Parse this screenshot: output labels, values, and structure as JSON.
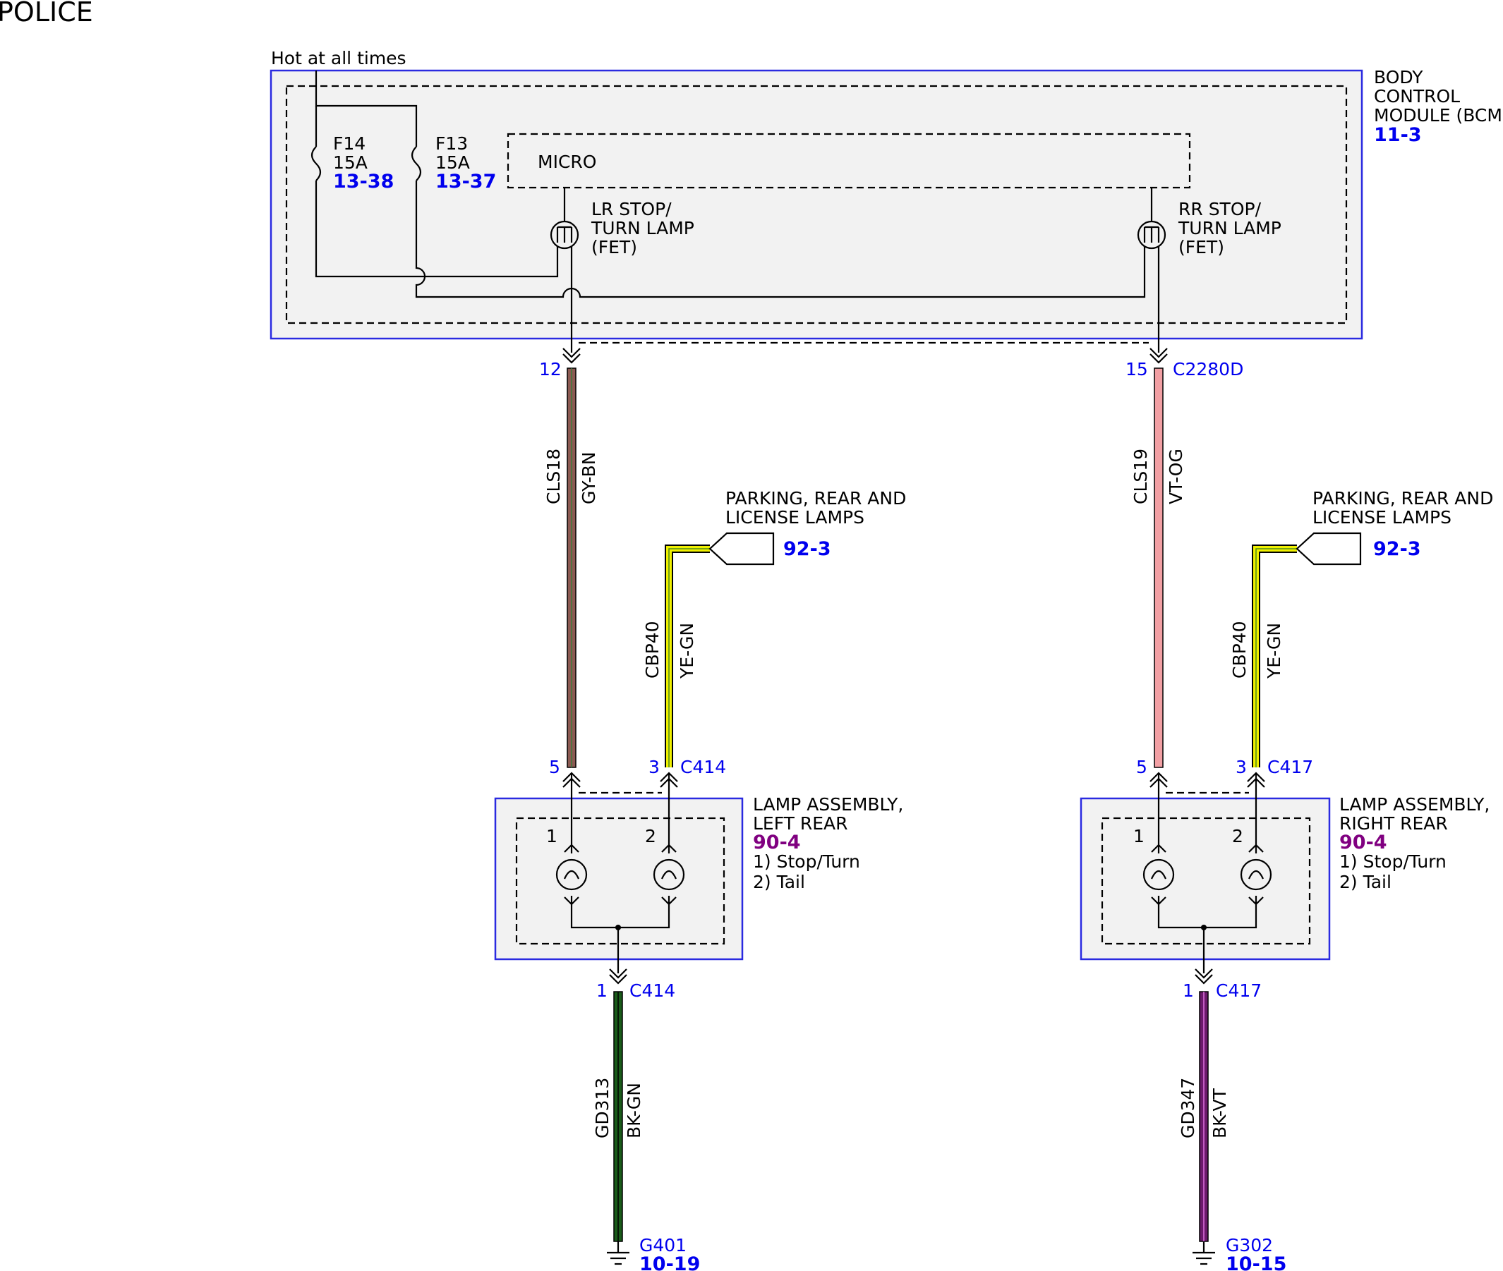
{
  "page": {
    "title": "POLICE",
    "power_note": "Hot at all times"
  },
  "colors": {
    "module_border": "#2a2ae0",
    "module_fill": "#f2f2f2",
    "ref_blue": "#0000ee",
    "ref_purple": "#800080",
    "wire_gy_bn": "#8c5a52",
    "wire_vt_og": "#f2a0a4",
    "wire_ye_gn": "#f0f000",
    "wire_bk_gn": "#1a5c1a",
    "wire_bk_vt": "#6b1a6b"
  },
  "bcm": {
    "name_line1": "BODY",
    "name_line2": "CONTROL",
    "name_line3": "MODULE (BCM)",
    "ref": "11-3",
    "micro": "MICRO",
    "fuses": [
      {
        "id": "F14",
        "rating": "15A",
        "ref": "13-38"
      },
      {
        "id": "F13",
        "rating": "15A",
        "ref": "13-37"
      }
    ],
    "fet_left": {
      "line1": "LR STOP/",
      "line2": "TURN LAMP",
      "line3": "(FET)"
    },
    "fet_right": {
      "line1": "RR STOP/",
      "line2": "TURN LAMP",
      "line3": "(FET)"
    },
    "connector": "C2280D",
    "pin_left": "12",
    "pin_right": "15"
  },
  "wires": {
    "left_main": {
      "circuit": "CLS18",
      "color": "GY-BN"
    },
    "right_main": {
      "circuit": "CLS19",
      "color": "VT-OG"
    },
    "left_park": {
      "circuit": "CBP40",
      "color": "YE-GN"
    },
    "right_park": {
      "circuit": "CBP40",
      "color": "YE-GN"
    },
    "left_ground": {
      "circuit": "GD313",
      "color": "BK-GN"
    },
    "right_ground": {
      "circuit": "GD347",
      "color": "BK-VT"
    }
  },
  "offpage": {
    "left": {
      "line1": "PARKING, REAR AND",
      "line2": "LICENSE LAMPS",
      "ref": "92-3"
    },
    "right": {
      "line1": "PARKING, REAR AND",
      "line2": "LICENSE LAMPS",
      "ref": "92-3"
    }
  },
  "lamps": {
    "left": {
      "line1": "LAMP ASSEMBLY,",
      "line2": "LEFT REAR",
      "ref": "90-4",
      "legend1": "1) Stop/Turn",
      "legend2": "2) Tail",
      "connector": "C414",
      "pin_stop": "5",
      "pin_tail": "3",
      "pin_gnd": "1",
      "bulb1": "1",
      "bulb2": "2"
    },
    "right": {
      "line1": "LAMP ASSEMBLY,",
      "line2": "RIGHT REAR",
      "ref": "90-4",
      "legend1": "1) Stop/Turn",
      "legend2": "2) Tail",
      "connector": "C417",
      "pin_stop": "5",
      "pin_tail": "3",
      "pin_gnd": "1",
      "bulb1": "1",
      "bulb2": "2"
    }
  },
  "grounds": {
    "left": {
      "id": "G401",
      "ref": "10-19"
    },
    "right": {
      "id": "G302",
      "ref": "10-15"
    }
  }
}
